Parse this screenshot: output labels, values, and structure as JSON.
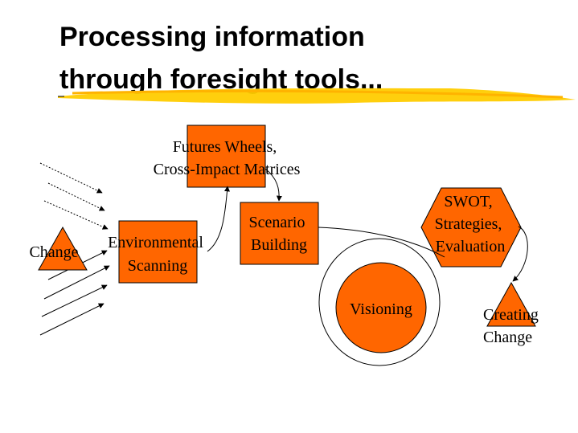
{
  "title": {
    "line1": "Processing information",
    "line2": "through foresight tools..."
  },
  "colors": {
    "shape_fill": "#ff6600",
    "underline": "#ffcc00",
    "text": "#000000"
  },
  "nodes": {
    "futures_wheels": {
      "line1": "Futures Wheels,",
      "line2": "Cross-Impact Matrices"
    },
    "scenario_building": {
      "line1": "Scenario",
      "line2": "Building"
    },
    "swot": {
      "line1": "SWOT,",
      "line2": "Strategies,",
      "line3": "Evaluation"
    },
    "change": {
      "label": "Change"
    },
    "environmental_scanning": {
      "line1": "Environmental",
      "line2": "Scanning"
    },
    "visioning": {
      "label": "Visioning"
    },
    "creating_change": {
      "line1": "Creating",
      "line2": "Change"
    }
  }
}
